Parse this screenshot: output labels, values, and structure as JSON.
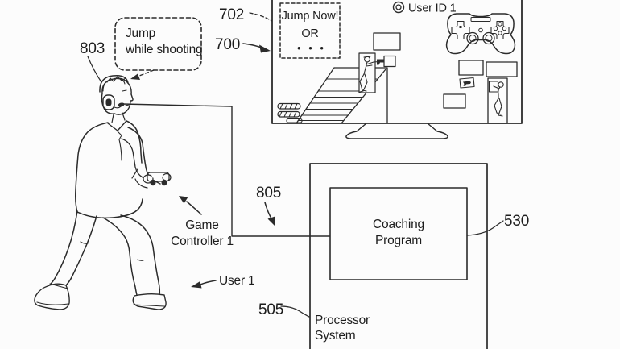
{
  "palette": {
    "background": "#fcfcfc",
    "ink": "#2b2b2b"
  },
  "refs": {
    "headset": "803",
    "prompt": "702",
    "display": "700",
    "wire": "805",
    "coaching": "530",
    "processor": "505"
  },
  "speech_bubble": {
    "line1": "Jump",
    "line2": "while shooting"
  },
  "screen": {
    "user_id": "User ID 1",
    "prompt": {
      "line1": "Jump Now!",
      "line2": "OR",
      "dots": "• • •"
    }
  },
  "labels": {
    "game_controller": {
      "line1": "Game",
      "line2": "Controller 1"
    },
    "user": "User 1"
  },
  "processor_box": {
    "line1": "Processor",
    "line2": "System"
  },
  "coaching_box": {
    "line1": "Coaching",
    "line2": "Program"
  }
}
